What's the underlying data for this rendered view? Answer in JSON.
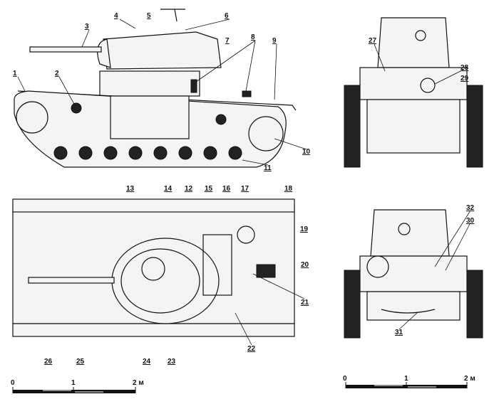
{
  "callouts": [
    "1",
    "2",
    "3",
    "4",
    "5",
    "6",
    "7",
    "8",
    "9",
    "10",
    "11",
    "12",
    "13",
    "14",
    "15",
    "16",
    "17",
    "18",
    "19",
    "20",
    "21",
    "22",
    "23",
    "24",
    "25",
    "26",
    "27",
    "28",
    "29",
    "30",
    "31",
    "32"
  ],
  "scale_left": {
    "zero": "0",
    "one": "1",
    "two": "2 м"
  },
  "scale_right": {
    "zero": "0",
    "one": "1",
    "two": "2 м"
  }
}
